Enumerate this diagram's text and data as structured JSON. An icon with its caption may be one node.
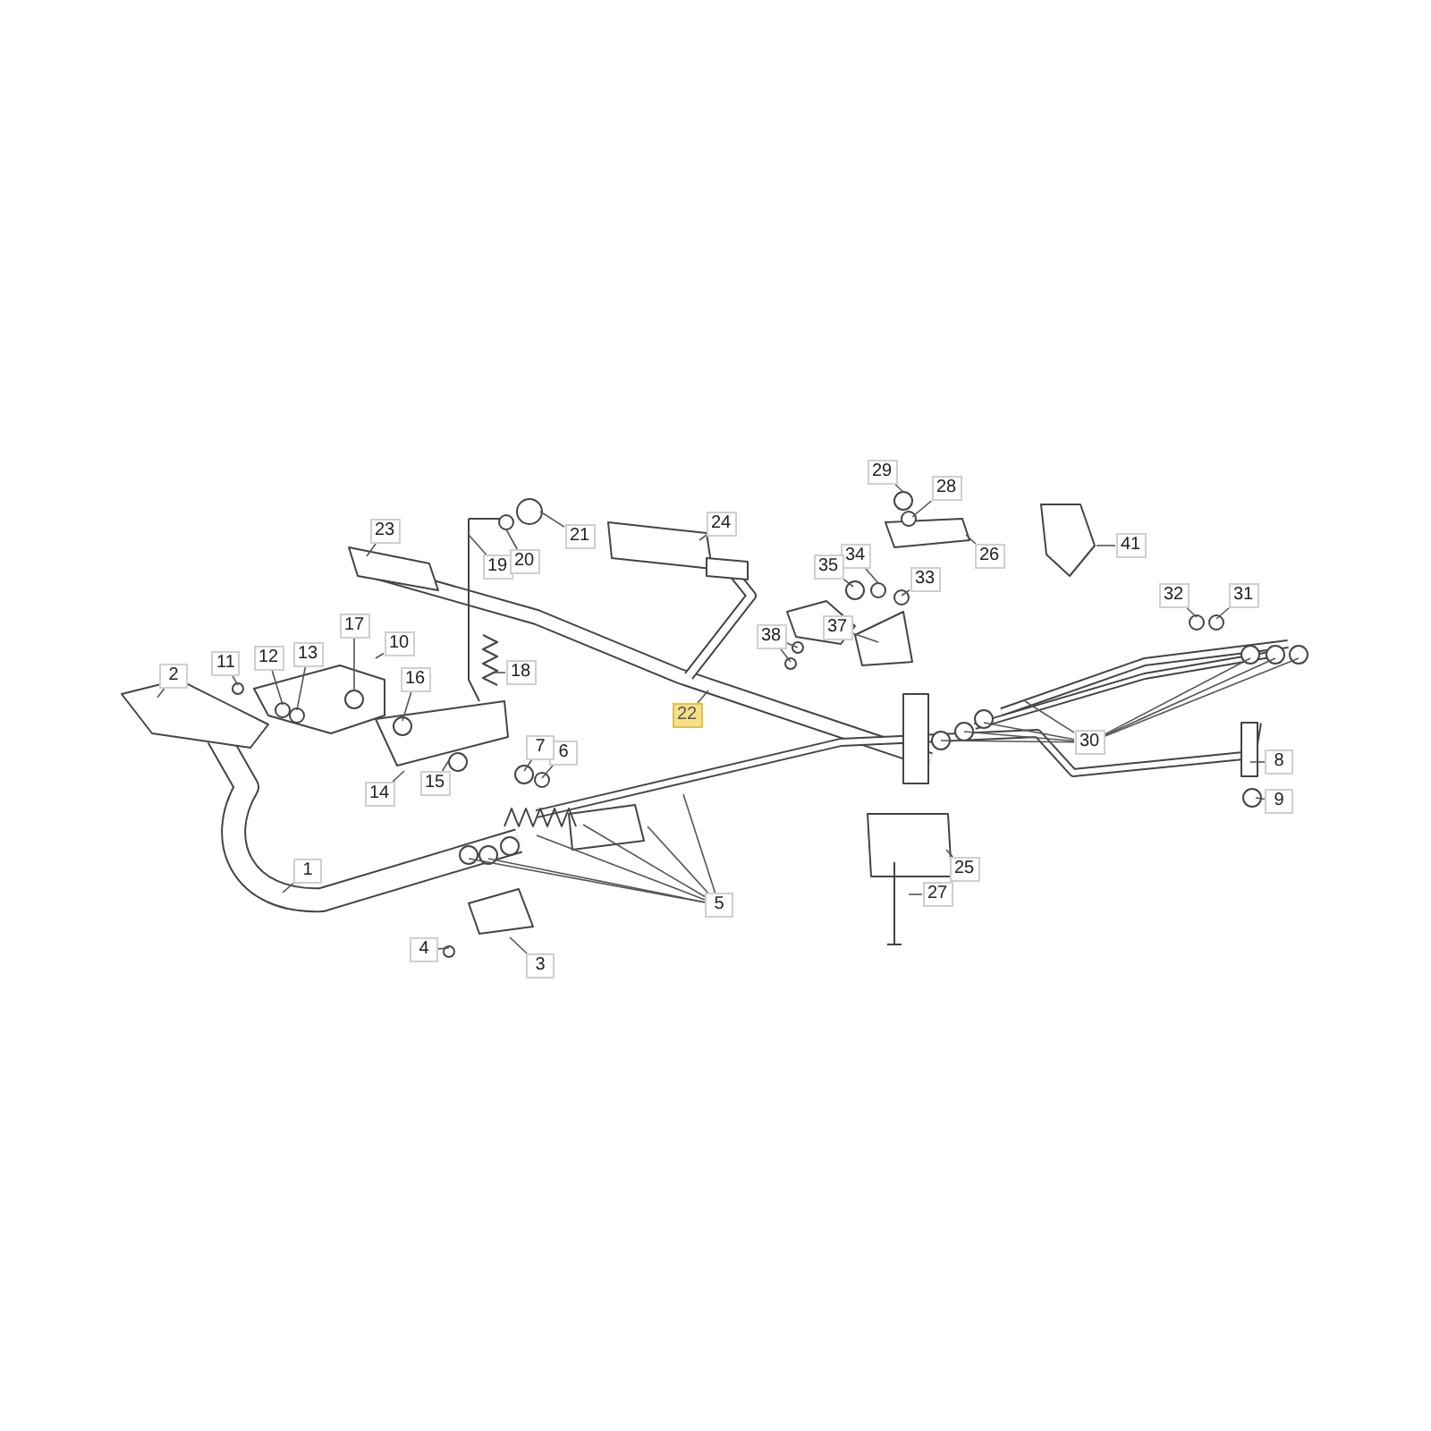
{
  "diagram": {
    "nodes": [
      {
        "text": [
          "1"
        ]
      },
      {
        "text": [
          "2"
        ]
      },
      {
        "text": [
          "3"
        ]
      },
      {
        "text": [
          "4"
        ]
      },
      {
        "text": [
          "5"
        ]
      },
      {
        "text": [
          "6"
        ]
      },
      {
        "text": [
          "7"
        ]
      },
      {
        "text": [
          "8"
        ]
      },
      {
        "text": [
          "9"
        ]
      },
      {
        "text": [
          "10"
        ]
      },
      {
        "text": [
          "11"
        ]
      },
      {
        "text": [
          "12"
        ]
      },
      {
        "text": [
          "13"
        ]
      },
      {
        "text": [
          "14"
        ]
      },
      {
        "text": [
          "15"
        ]
      },
      {
        "text": [
          "16"
        ]
      },
      {
        "text": [
          "17"
        ]
      },
      {
        "text": [
          "18"
        ]
      },
      {
        "text": [
          "19"
        ]
      },
      {
        "text": [
          "20"
        ]
      },
      {
        "text": [
          "21"
        ]
      },
      {
        "text": [
          "22"
        ]
      },
      {
        "text": [
          "23"
        ]
      },
      {
        "text": [
          "24"
        ]
      },
      {
        "text": [
          "25"
        ]
      },
      {
        "text": [
          "26"
        ]
      },
      {
        "text": [
          "27"
        ]
      },
      {
        "text": [
          "28"
        ]
      },
      {
        "text": [
          "29"
        ]
      },
      {
        "text": [
          "30"
        ]
      },
      {
        "text": [
          "31"
        ]
      },
      {
        "text": [
          "32"
        ]
      },
      {
        "text": [
          "33"
        ]
      },
      {
        "text": [
          "34"
        ]
      },
      {
        "text": [
          "35"
        ]
      },
      {
        "text": [
          "37"
        ]
      },
      {
        "text": [
          "38"
        ]
      },
      {
        "text": [
          "41"
        ]
      }
    ],
    "edges": [
      {
        "from": 0,
        "to": null,
        "arrow": "none"
      },
      {
        "from": 1,
        "to": null,
        "arrow": "none"
      },
      {
        "from": 2,
        "to": null,
        "arrow": "none"
      },
      {
        "from": 3,
        "to": null,
        "arrow": "none"
      },
      {
        "from": 4,
        "to": null,
        "arrow": "none"
      },
      {
        "from": 4,
        "to": null,
        "arrow": "none"
      },
      {
        "from": 4,
        "to": null,
        "arrow": "none"
      },
      {
        "from": 4,
        "to": null,
        "arrow": "none"
      },
      {
        "from": 4,
        "to": null,
        "arrow": "none"
      },
      {
        "from": 4,
        "to": null,
        "arrow": "none"
      },
      {
        "from": 5,
        "to": null,
        "arrow": "none"
      },
      {
        "from": 6,
        "to": null,
        "arrow": "none"
      },
      {
        "from": 7,
        "to": null,
        "arrow": "none"
      },
      {
        "from": 8,
        "to": null,
        "arrow": "none"
      },
      {
        "from": 9,
        "to": null,
        "arrow": "none"
      },
      {
        "from": 10,
        "to": null,
        "arrow": "none"
      },
      {
        "from": 11,
        "to": null,
        "arrow": "none"
      },
      {
        "from": 12,
        "to": null,
        "arrow": "none"
      },
      {
        "from": 13,
        "to": null,
        "arrow": "none"
      },
      {
        "from": 14,
        "to": null,
        "arrow": "none"
      },
      {
        "from": 15,
        "to": null,
        "arrow": "none"
      },
      {
        "from": 16,
        "to": null,
        "arrow": "none"
      },
      {
        "from": 17,
        "to": null,
        "arrow": "none"
      },
      {
        "from": 18,
        "to": null,
        "arrow": "none"
      },
      {
        "from": 19,
        "to": null,
        "arrow": "none"
      },
      {
        "from": 20,
        "to": null,
        "arrow": "none"
      },
      {
        "from": 21,
        "to": null,
        "arrow": "none"
      },
      {
        "from": 22,
        "to": null,
        "arrow": "none"
      },
      {
        "from": 23,
        "to": null,
        "arrow": "none"
      },
      {
        "from": 24,
        "to": null,
        "arrow": "none"
      },
      {
        "from": 25,
        "to": null,
        "arrow": "none"
      },
      {
        "from": 26,
        "to": null,
        "arrow": "none"
      },
      {
        "from": 27,
        "to": null,
        "arrow": "none"
      },
      {
        "from": 28,
        "to": null,
        "arrow": "none"
      },
      {
        "from": 29,
        "to": null,
        "arrow": "none"
      },
      {
        "from": 29,
        "to": null,
        "arrow": "none"
      },
      {
        "from": 29,
        "to": null,
        "arrow": "none"
      },
      {
        "from": 29,
        "to": null,
        "arrow": "none"
      },
      {
        "from": 29,
        "to": null,
        "arrow": "none"
      },
      {
        "from": 29,
        "to": null,
        "arrow": "none"
      },
      {
        "from": 29,
        "to": null,
        "arrow": "none"
      },
      {
        "from": 30,
        "to": null,
        "arrow": "none"
      },
      {
        "from": 31,
        "to": null,
        "arrow": "none"
      },
      {
        "from": 32,
        "to": null,
        "arrow": "none"
      },
      {
        "from": 33,
        "to": null,
        "arrow": "none"
      },
      {
        "from": 34,
        "to": null,
        "arrow": "none"
      },
      {
        "from": 35,
        "to": null,
        "arrow": "none"
      },
      {
        "from": 36,
        "to": null,
        "arrow": "none"
      },
      {
        "from": 36,
        "to": null,
        "arrow": "none"
      },
      {
        "from": 37,
        "to": null,
        "arrow": "none"
      }
    ]
  }
}
